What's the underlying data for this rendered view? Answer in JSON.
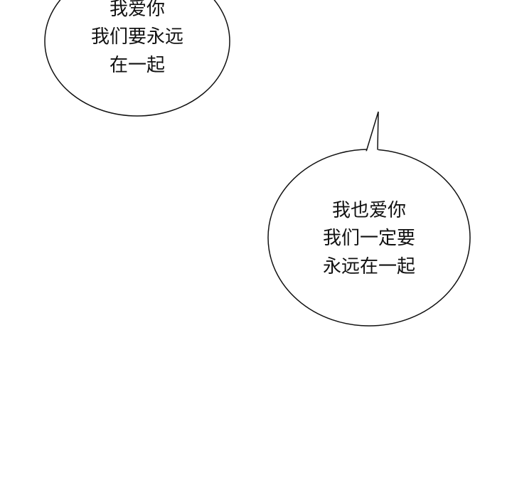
{
  "bubbles": [
    {
      "lines": [
        "我爱你",
        "我们要永远",
        "在一起"
      ]
    },
    {
      "lines": [
        "我也爱你",
        "我们一定要",
        "永远在一起"
      ]
    }
  ],
  "colors": {
    "background": "#ffffff",
    "outline": "#111111",
    "text": "#111111"
  }
}
